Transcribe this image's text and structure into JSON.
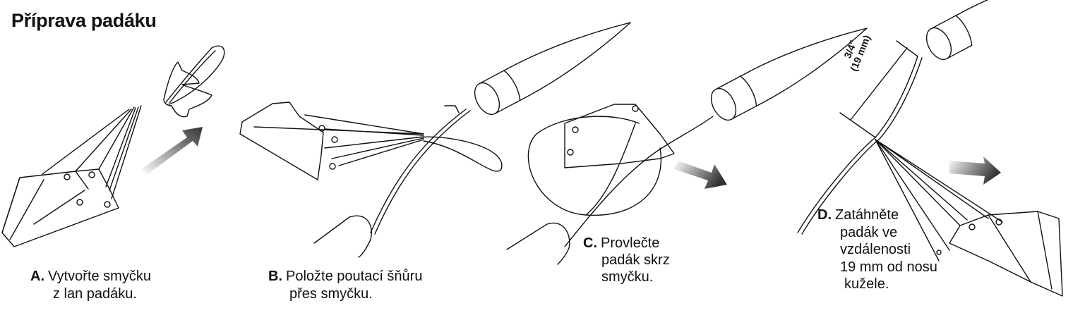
{
  "title": "Příprava padáku",
  "steps": [
    {
      "letter": "A.",
      "lines": [
        "Vytvořte smyčku",
        "z lan padáku."
      ]
    },
    {
      "letter": "B.",
      "lines": [
        "Položte poutací šňůru",
        "přes smyčku."
      ]
    },
    {
      "letter": "C.",
      "lines": [
        "Provlečte",
        "padák skrz",
        "smyčku."
      ]
    },
    {
      "letter": "D.",
      "lines": [
        "Zatáhněte",
        "padák ve",
        "vzdálenosti",
        "19 mm od nosu",
        "kužele."
      ]
    }
  ],
  "dimension": {
    "imperial": "3/4\"",
    "metric": "(19 mm)"
  },
  "colors": {
    "ink": "#111111",
    "arrow_dark": "#333333",
    "arrow_light": "#ffffff"
  }
}
